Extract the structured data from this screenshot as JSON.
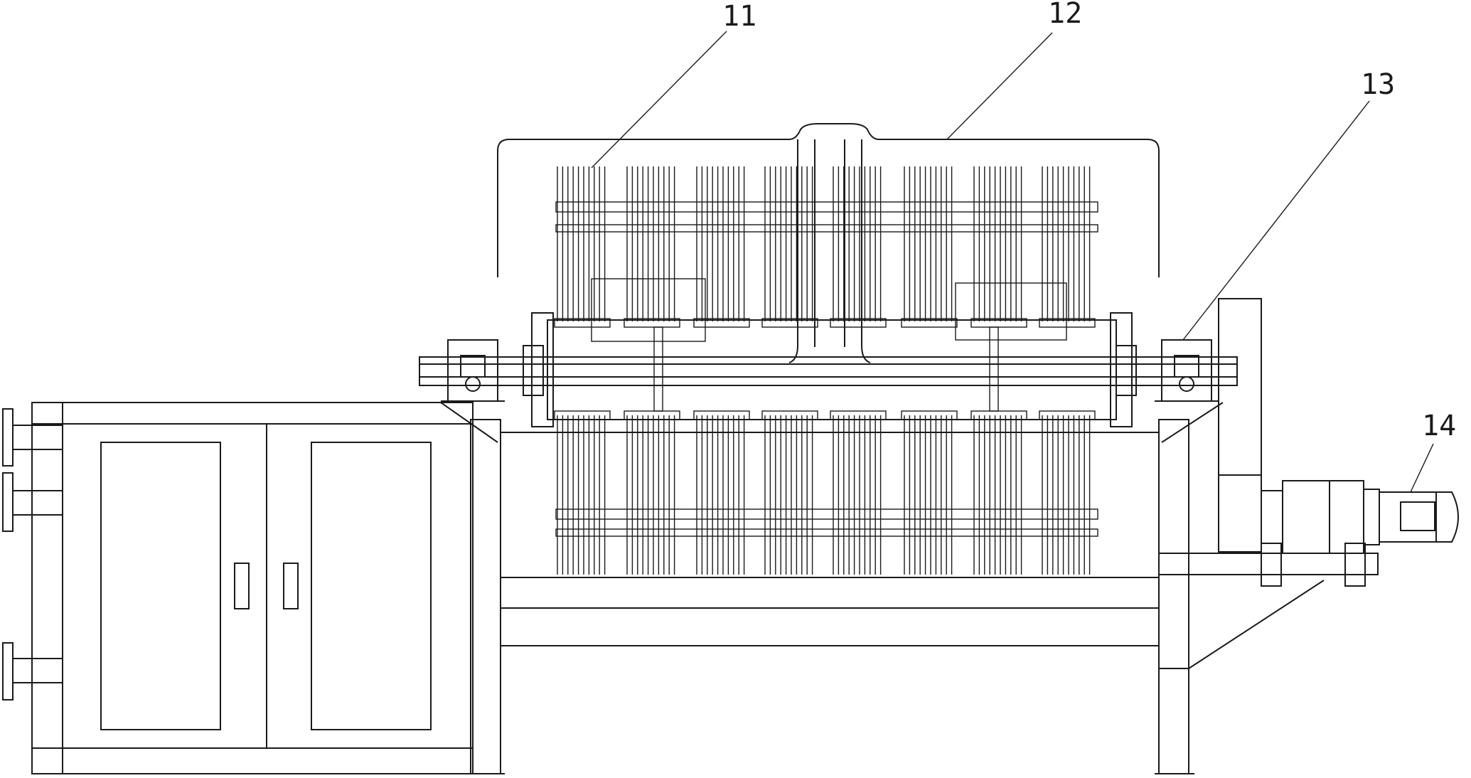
{
  "callouts": [
    {
      "id": "11",
      "label": "11"
    },
    {
      "id": "12",
      "label": "12"
    },
    {
      "id": "13",
      "label": "13"
    },
    {
      "id": "14",
      "label": "14"
    }
  ],
  "colors": {
    "line": "#1a1a1a",
    "background": "#ffffff"
  }
}
